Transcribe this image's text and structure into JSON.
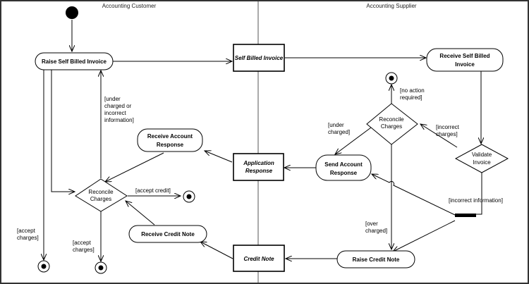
{
  "swimlanes": {
    "left": "Accounting Customer",
    "right": "Accounting Supplier"
  },
  "nodes": {
    "raise_self_billed_invoice": "Raise Self Billed Invoice",
    "self_billed_invoice_object": "Self Billed Invoice",
    "receive_self_billed_invoice": [
      "Receive Self Billed",
      "Invoice"
    ],
    "reconcile_charges_supplier": [
      "Reconcile",
      "Charges"
    ],
    "validate_invoice": [
      "Validate",
      "Invoice"
    ],
    "send_account_response": [
      "Send Account",
      "Response"
    ],
    "application_response_object": [
      "Application",
      "Response"
    ],
    "receive_account_response": [
      "Receive Account",
      "Response"
    ],
    "reconcile_charges_customer": [
      "Reconcile",
      "Charges"
    ],
    "receive_credit_note": "Receive Credit Note",
    "credit_note_object": "Credit Note",
    "raise_credit_note": "Raise Credit Note"
  },
  "guards": {
    "under_charged_or_incorrect": [
      "[under",
      "charged or",
      "incorrect",
      "information]"
    ],
    "accept_credit": "[accept credit]",
    "accept_charges_left": [
      "[accept",
      "charges]"
    ],
    "accept_charges_mid": [
      "[accept",
      "charges]"
    ],
    "no_action_required": [
      "[no action",
      "required]"
    ],
    "under_charged": [
      "[under",
      "charged]"
    ],
    "incorrect_charges": [
      "[incorrect",
      "charges]"
    ],
    "incorrect_information": "[incorrect information]",
    "over_charged": [
      "[over",
      "charged]"
    ]
  }
}
